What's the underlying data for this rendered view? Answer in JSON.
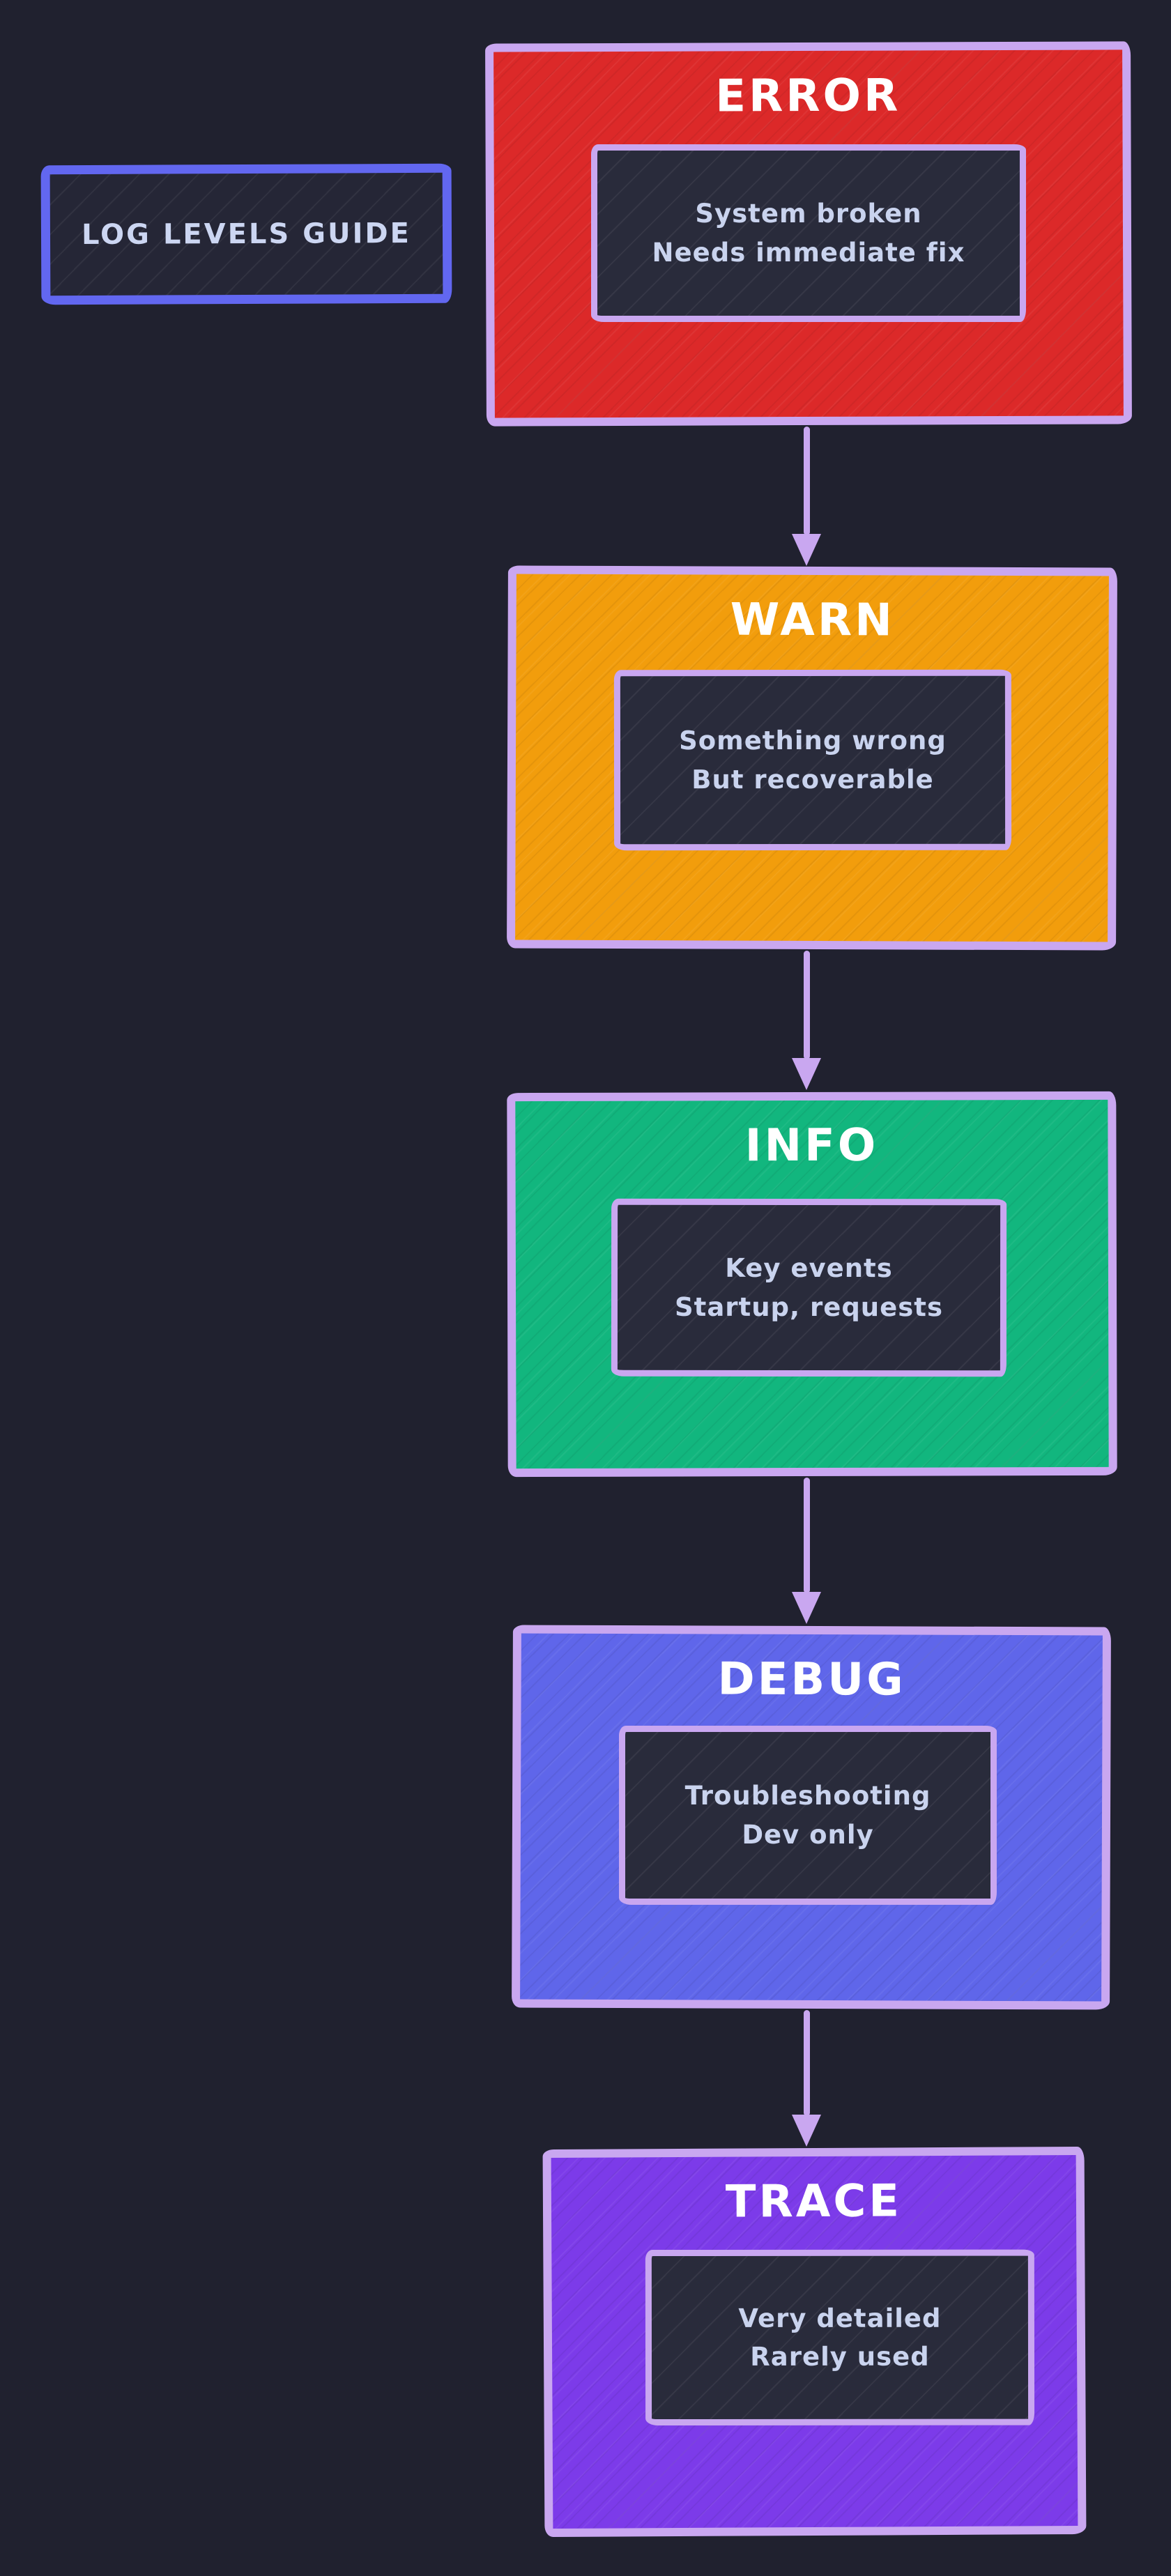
{
  "canvas": {
    "background": "#20212f"
  },
  "guide": {
    "label": "LOG LEVELS GUIDE",
    "border_color": "#6267f0",
    "fill": "#252636",
    "text_color": "#ccd6f2"
  },
  "palette": {
    "stroke": "#c9a7f0",
    "arrow_color": "#c9a7f0",
    "inner_fill": "#292b3b",
    "title_color": "#ffffff",
    "body_text_color": "#c9d3ee"
  },
  "levels": [
    {
      "name": "error",
      "title": "ERROR",
      "fill": "#dc2929",
      "lines": [
        "System broken",
        "Needs immediate fix"
      ]
    },
    {
      "name": "warn",
      "title": "WARN",
      "fill": "#f29d0c",
      "lines": [
        "Something wrong",
        "But recoverable"
      ]
    },
    {
      "name": "info",
      "title": "INFO",
      "fill": "#12b67e",
      "lines": [
        "Key events",
        "Startup, requests"
      ]
    },
    {
      "name": "debug",
      "title": "DEBUG",
      "fill": "#5f66ea",
      "lines": [
        "Troubleshooting",
        "Dev only"
      ]
    },
    {
      "name": "trace",
      "title": "TRACE",
      "fill": "#7c3be9",
      "lines": [
        "Very detailed",
        "Rarely used"
      ]
    }
  ]
}
